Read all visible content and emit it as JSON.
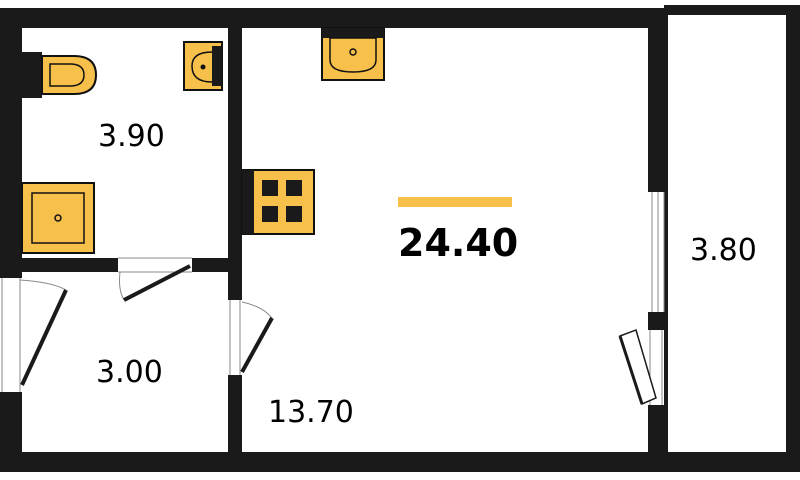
{
  "colors": {
    "wall": "#1a1a1a",
    "fixture_fill": "#f7c04a",
    "fixture_stroke": "#111111",
    "accent_bar": "#f7c04a",
    "floor": "#ffffff",
    "door_thin": "#8a8a8a"
  },
  "plan": {
    "total_area": "24.40",
    "rooms": {
      "bathroom": "3.90",
      "hallway": "3.00",
      "main_room": "13.70",
      "balcony": "3.80"
    }
  },
  "icons": [
    "toilet-icon",
    "sink-icon",
    "shower-tray-icon",
    "stove-icon",
    "door-swing-icon",
    "window-icon"
  ]
}
